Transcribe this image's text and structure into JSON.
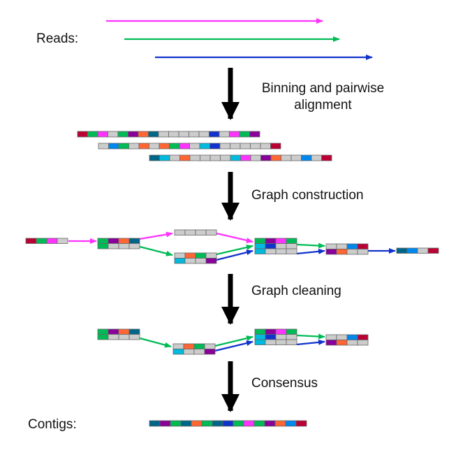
{
  "labels": {
    "reads": "Reads:",
    "contigs": "Contigs:"
  },
  "steps": {
    "binning_line1": "Binning and pairwise",
    "binning_line2": "alignment",
    "graph_construction": "Graph construction",
    "graph_cleaning": "Graph cleaning",
    "consensus": "Consensus"
  },
  "colors": {
    "magenta": "#ff33ff",
    "green": "#00bb55",
    "blue": "#1133cc",
    "purple": "#880099",
    "orange": "#ff6633",
    "cyan": "#00bbdd",
    "crimson": "#bb0033",
    "teal": "#006688",
    "gray": "#cccccc",
    "skyblue": "#0088ee",
    "darkgray": "#666666",
    "black": "#000000"
  },
  "reads": [
    {
      "name": "read-magenta",
      "color": "magenta"
    },
    {
      "name": "read-green",
      "color": "green"
    },
    {
      "name": "read-blue",
      "color": "blue"
    }
  ],
  "alignment_rows": [
    [
      "crimson",
      "green",
      "magenta",
      "gray",
      "green",
      "purple",
      "orange",
      "teal",
      "gray",
      "gray",
      "gray",
      "gray",
      "gray",
      "blue",
      "gray",
      "magenta",
      "green",
      "purple"
    ],
    [
      "gray",
      "skyblue",
      "green",
      "gray",
      "orange",
      "gray",
      "orange",
      "green",
      "magenta",
      "gray",
      "cyan",
      "blue",
      "gray",
      "gray",
      "gray",
      "gray",
      "gray",
      "crimson"
    ],
    [
      "teal",
      "cyan",
      "gray",
      "orange",
      "gray",
      "gray",
      "gray",
      "gray",
      "cyan",
      "magenta",
      "gray",
      "purple",
      "orange",
      "gray",
      "gray",
      "skyblue",
      "gray",
      "crimson"
    ]
  ],
  "graph_nodes": {
    "n1": [
      [
        "crimson",
        "green",
        "magenta",
        "gray"
      ]
    ],
    "n2": [
      [
        "green",
        "purple",
        "orange",
        "teal"
      ],
      [
        "green",
        "gray",
        "gray",
        "gray"
      ]
    ],
    "n3": [
      [
        "gray",
        "gray",
        "gray",
        "gray"
      ]
    ],
    "n4": [
      [
        "gray",
        "orange",
        "green",
        "gray"
      ],
      [
        "cyan",
        "gray",
        "gray",
        "purple"
      ]
    ],
    "n5": [
      [
        "green",
        "purple",
        "magenta",
        "green"
      ],
      [
        "cyan",
        "blue",
        "gray",
        "gray"
      ],
      [
        "cyan",
        "gray",
        "gray",
        "gray"
      ]
    ],
    "n6": [
      [
        "gray",
        "gray",
        "skyblue",
        "crimson"
      ],
      [
        "purple",
        "orange",
        "gray",
        "gray"
      ]
    ],
    "n7": [
      [
        "teal",
        "skyblue",
        "gray",
        "crimson"
      ]
    ]
  },
  "clean_nodes": {
    "c1": [
      [
        "green",
        "purple",
        "orange",
        "teal"
      ],
      [
        "green",
        "gray",
        "gray",
        "gray"
      ]
    ],
    "c2": [
      [
        "gray",
        "orange",
        "green",
        "gray"
      ],
      [
        "cyan",
        "gray",
        "gray",
        "purple"
      ]
    ],
    "c3": [
      [
        "green",
        "purple",
        "magenta",
        "green"
      ],
      [
        "cyan",
        "blue",
        "gray",
        "gray"
      ],
      [
        "cyan",
        "gray",
        "gray",
        "gray"
      ]
    ],
    "c4": [
      [
        "gray",
        "gray",
        "skyblue",
        "crimson"
      ],
      [
        "purple",
        "orange",
        "gray",
        "gray"
      ]
    ]
  },
  "contig": [
    "teal",
    "purple",
    "green",
    "teal",
    "orange",
    "green",
    "teal",
    "blue",
    "green",
    "magenta",
    "green",
    "purple",
    "orange",
    "skyblue",
    "crimson"
  ]
}
